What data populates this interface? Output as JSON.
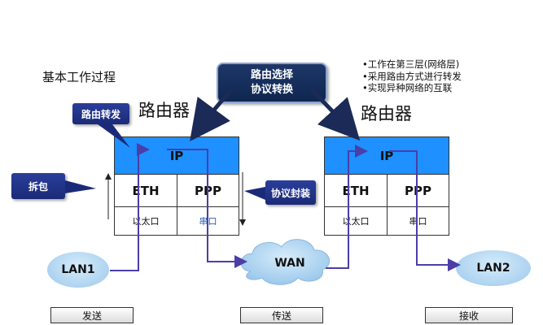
{
  "title": "基本工作过程",
  "top_box": {
    "line1": "路由选择",
    "line2": "协议转换"
  },
  "bullets": [
    "•工作在第三层(网络层)",
    "•采用路由方式进行转发",
    "•实现异种网络的互联"
  ],
  "routers": [
    {
      "label": "路由器",
      "ip": "IP",
      "proto_left": "ETH",
      "proto_right": "PPP",
      "port_left": "以太口",
      "port_right": "串口"
    },
    {
      "label": "路由器",
      "ip": "IP",
      "proto_left": "ETH",
      "proto_right": "PPP",
      "port_left": "以太口",
      "port_right": "串口"
    }
  ],
  "callouts": {
    "forward": "路由转发",
    "unpack": "拆包",
    "encap": "协议封装"
  },
  "nodes": {
    "lan1": "LAN1",
    "wan": "WAN",
    "lan2": "LAN2"
  },
  "phases": {
    "send": "发送",
    "transfer": "传送",
    "receive": "接收"
  },
  "colors": {
    "ip_layer": "#1e90ff",
    "callout": "#1b2a78",
    "flow_line": "#4b3ea8",
    "cloud": "#9cc8ec"
  }
}
